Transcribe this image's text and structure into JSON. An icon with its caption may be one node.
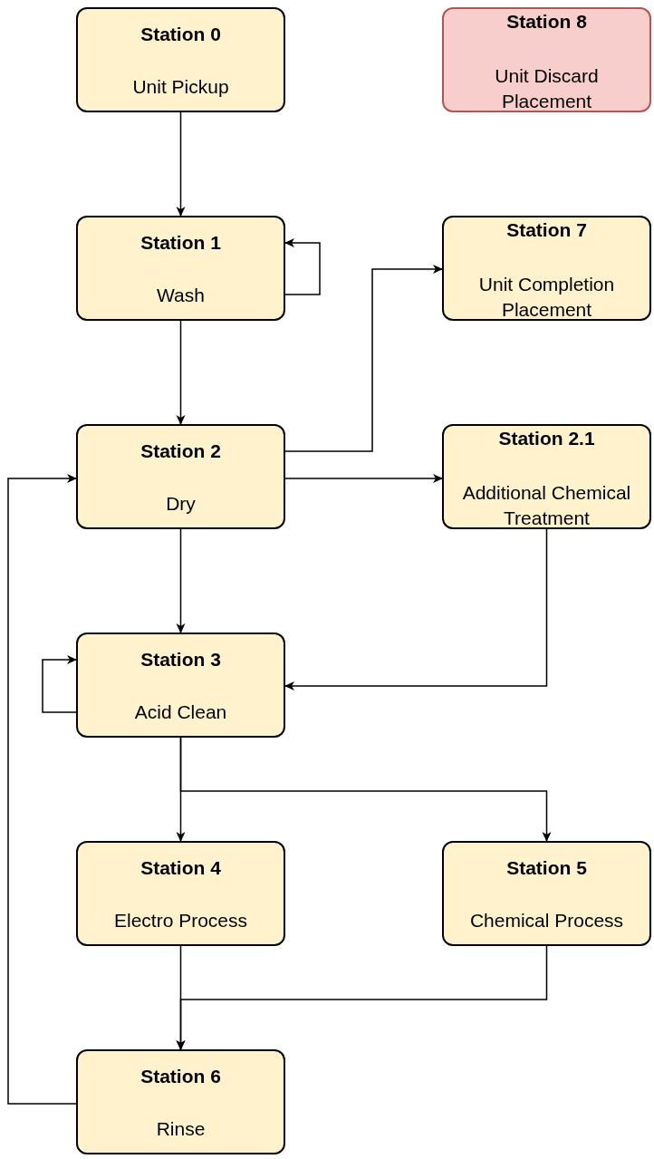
{
  "diagram": {
    "nodes": [
      {
        "text": [
          "Station 0",
          "Unit Pickup"
        ]
      },
      {
        "text": [
          "Station 1",
          "Wash"
        ]
      },
      {
        "text": [
          "Station 2",
          "Dry"
        ]
      },
      {
        "text": [
          "Station 3",
          "Acid Clean"
        ]
      },
      {
        "text": [
          "Station 4",
          "Electro Process"
        ]
      },
      {
        "text": [
          "Station 5",
          "Chemical Process"
        ]
      },
      {
        "text": [
          "Station 6",
          "Rinse"
        ]
      },
      {
        "text": [
          "Station 7",
          "Unit Completion Placement"
        ]
      },
      {
        "text": [
          "Station 8",
          "Unit Discard Placement"
        ]
      },
      {
        "text": [
          "Station 2.1",
          "Additional Chemical Treatment"
        ]
      }
    ],
    "edges": [
      {
        "from": 0,
        "to": 1,
        "arrow": "to"
      },
      {
        "from": 1,
        "to": 1,
        "arrow": "to"
      },
      {
        "from": 1,
        "to": 2,
        "arrow": "to"
      },
      {
        "from": 2,
        "to": 7,
        "arrow": "to"
      },
      {
        "from": 2,
        "to": 9,
        "arrow": "to"
      },
      {
        "from": 2,
        "to": 3,
        "arrow": "to"
      },
      {
        "from": 9,
        "to": 3,
        "arrow": "to"
      },
      {
        "from": 3,
        "to": 3,
        "arrow": "to"
      },
      {
        "from": 3,
        "to": 4,
        "arrow": "to"
      },
      {
        "from": 3,
        "to": 5,
        "arrow": "to"
      },
      {
        "from": 4,
        "to": 6,
        "arrow": "to"
      },
      {
        "from": 5,
        "to": 6,
        "arrow": "to"
      },
      {
        "from": 6,
        "to": 2,
        "arrow": "to"
      }
    ]
  }
}
